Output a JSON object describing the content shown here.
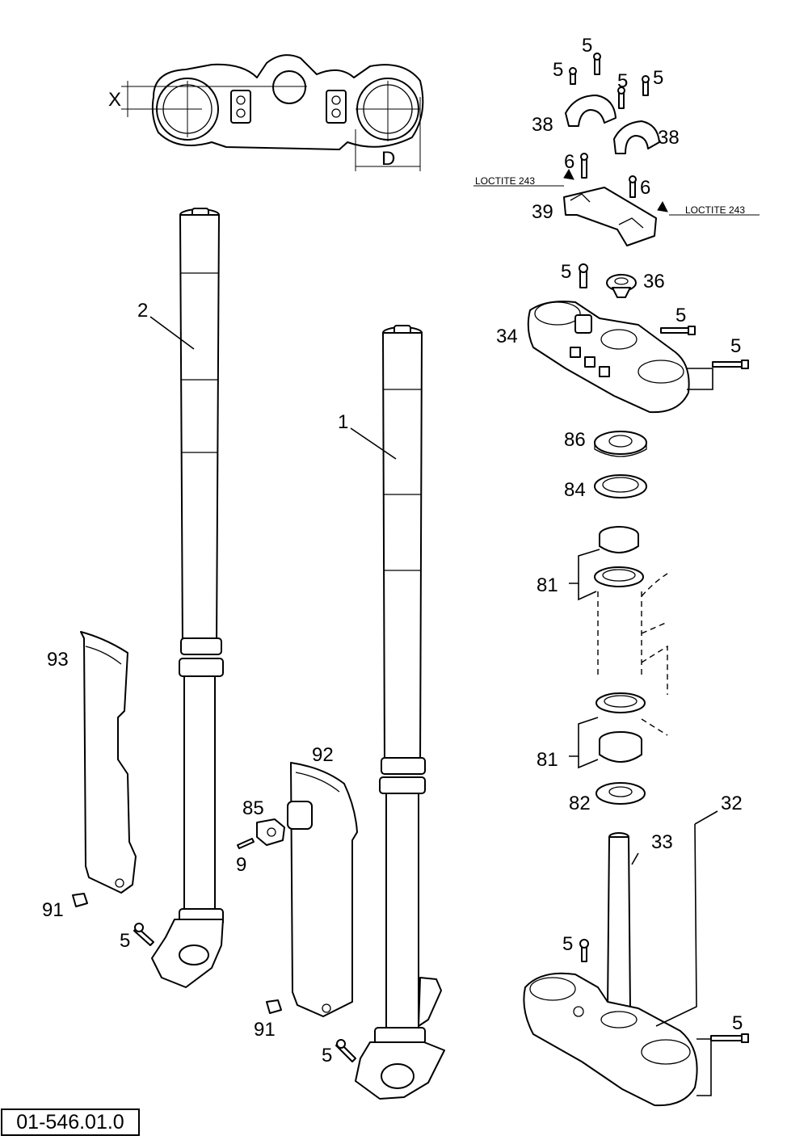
{
  "dimension_labels": {
    "x": "X",
    "d": "D"
  },
  "callouts": {
    "c1": "1",
    "c2": "2",
    "c5a": "5",
    "c5b": "5",
    "c5c": "5",
    "c5d": "5",
    "c6a": "6",
    "c6b": "6",
    "c38a": "38",
    "c38b": "38",
    "c39": "39",
    "c5e": "5",
    "c36": "36",
    "c5f": "5",
    "c34": "34",
    "c5g": "5",
    "c86": "86",
    "c84": "84",
    "c81a": "81",
    "c81b": "81",
    "c82": "82",
    "c32": "32",
    "c33": "33",
    "c5h": "5",
    "c5i": "5",
    "c93": "93",
    "c91a": "91",
    "c5j": "5",
    "c92": "92",
    "c85": "85",
    "c9": "9",
    "c91b": "91",
    "c5k": "5"
  },
  "notes": {
    "loctite_left": "LOCTITE 243",
    "loctite_right": "LOCTITE 243"
  },
  "diagram_code": "01-546.01.0"
}
